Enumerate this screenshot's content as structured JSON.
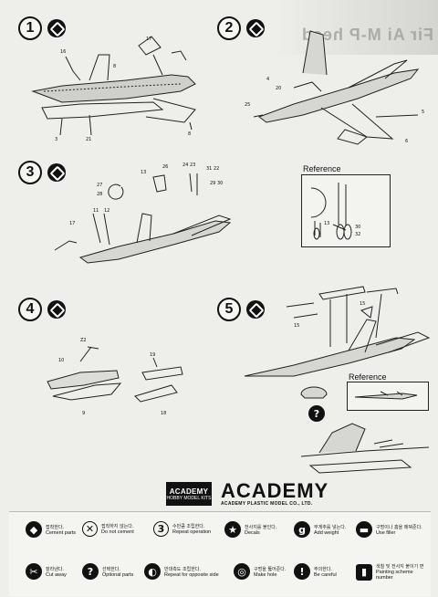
{
  "header": {
    "ghost_text": "Fir Ai M-P head"
  },
  "steps": [
    {
      "number": "1"
    },
    {
      "number": "2"
    },
    {
      "number": "3"
    },
    {
      "number": "4"
    },
    {
      "number": "5"
    }
  ],
  "step3": {
    "reference_label": "Reference",
    "ref_parts": [
      "13",
      "30",
      "32"
    ]
  },
  "step5": {
    "reference_label": "Reference"
  },
  "brand": {
    "logo_top": "ACADEMY",
    "logo_bottom": "HOBBY MODEL KITS",
    "wordmark": "ACADEMY",
    "subline": "ACADEMY PLASTIC MODEL CO., LTD."
  },
  "legend": [
    {
      "icon": "cement-icon",
      "glyph": "◆",
      "ko": "접착한다.",
      "en": "Cement parts"
    },
    {
      "icon": "no-cement-icon",
      "glyph": "✕",
      "ko": "접착하지 않는다.",
      "en": "Do not cement"
    },
    {
      "icon": "repeat-icon",
      "glyph": "3",
      "ko": "수만큼 조립한다.",
      "en": "Repeat operation"
    },
    {
      "icon": "decal-icon",
      "glyph": "★",
      "ko": "전사지를 붙인다.",
      "en": "Decals"
    },
    {
      "icon": "weight-icon",
      "glyph": "g",
      "ko": "무게추를 넣는다.",
      "en": "Add weight"
    },
    {
      "icon": "filler-icon",
      "glyph": "▬",
      "ko": "구멍이나 홈을 메꿔준다.",
      "en": "Use filler"
    },
    {
      "icon": "cut-icon",
      "glyph": "✂",
      "ko": "잘라낸다.",
      "en": "Cut away"
    },
    {
      "icon": "optional-icon",
      "glyph": "?",
      "ko": "선택한다.",
      "en": "Optional parts"
    },
    {
      "icon": "opposite-side-icon",
      "glyph": "◐",
      "ko": "반대측도 조립한다.",
      "en": "Repeat for opposite side"
    },
    {
      "icon": "make-hole-icon",
      "glyph": "◎",
      "ko": "구멍을 뚫어준다.",
      "en": "Make hole"
    },
    {
      "icon": "careful-icon",
      "glyph": "!",
      "ko": "주의한다.",
      "en": "Be careful"
    },
    {
      "icon": "painting-icon",
      "glyph": "▮",
      "ko": "색칠 및 전사지 붙이기 면",
      "en": "Painting scheme number"
    }
  ],
  "colors": {
    "ink": "#111111",
    "paper": "#eeeeeb"
  }
}
